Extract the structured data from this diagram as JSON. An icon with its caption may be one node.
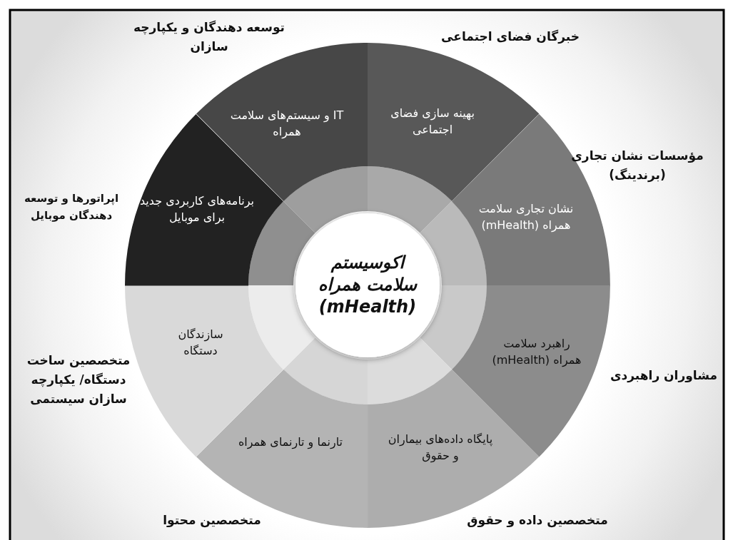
{
  "diagram": {
    "nodes": [
      {
        "text": [
          "اکوسیستم سلامت همراه (mHealth)"
        ]
      },
      {
        "text": [
          "IT و سیستم‌های سلامت همراه"
        ],
        "beside": [
          "توسعه دهندگان و یکپارچه سازان"
        ]
      },
      {
        "text": [
          "بهینه سازی فضای اجتماعی"
        ],
        "beside": [
          "خبرگان فضای اجتماعی"
        ]
      },
      {
        "text": [
          "نشان تجاری سلامت همراه (mHealth)"
        ],
        "beside": [
          "مؤسسات نشان تجاری (برندینگ)"
        ]
      },
      {
        "text": [
          "راهبرد سلامت همراه (mHealth)"
        ],
        "beside": [
          "مشاوران راهبردی"
        ]
      },
      {
        "text": [
          "پایگاه داده‌های بیماران و حقوق"
        ],
        "beside": [
          "متخصصین داده و حقوق"
        ]
      },
      {
        "text": [
          "تارنما و تارنمای همراه"
        ],
        "beside": [
          "متخصصین محتوا"
        ]
      },
      {
        "text": [
          "سازندگان دستگاه"
        ],
        "beside": [
          "متخصصین ساخت دستگاه/ یکپارچه سازان سیستمی"
        ]
      },
      {
        "text": [
          "برنامه‌های کاربردی جدید برای موبایل"
        ],
        "beside": [
          "اپراتورها و توسعه دهندگان موبایل"
        ]
      }
    ]
  }
}
